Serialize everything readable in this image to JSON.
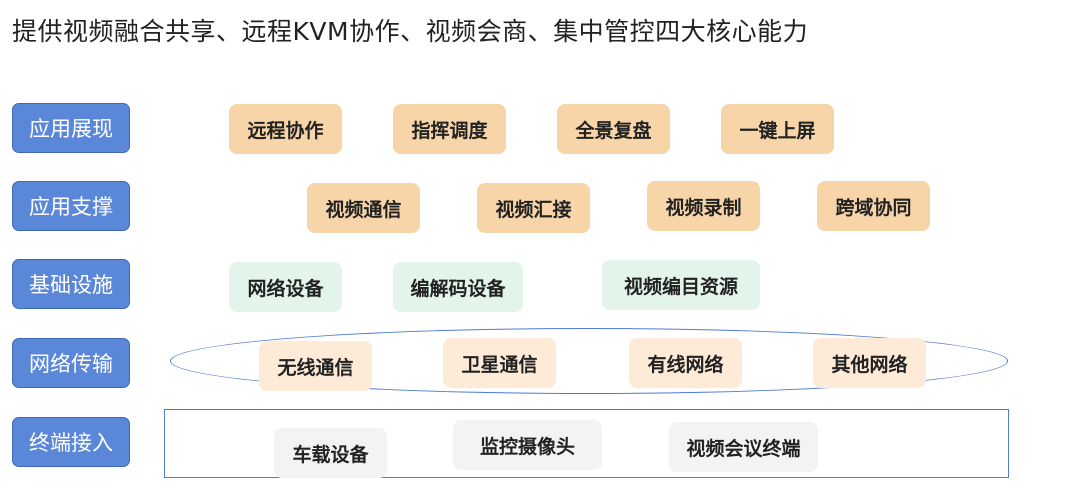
{
  "title": "提供视频融合共享、远程KVM协作、视频会商、集中管控四大核心能力",
  "layers": [
    {
      "label": "应用展现",
      "items": [
        "远程协作",
        "指挥调度",
        "全景复盘",
        "一键上屏"
      ]
    },
    {
      "label": "应用支撑",
      "items": [
        "视频通信",
        "视频汇接",
        "视频录制",
        "跨域协同"
      ]
    },
    {
      "label": "基础设施",
      "items": [
        "网络设备",
        "编解码设备",
        "视频编目资源"
      ]
    },
    {
      "label": "网络传输",
      "items": [
        "无线通信",
        "卫星通信",
        "有线网络",
        "其他网络"
      ]
    },
    {
      "label": "终端接入",
      "items": [
        "车载设备",
        "监控摄像头",
        "视频会议终端"
      ]
    }
  ],
  "colors": {
    "layer_blue": "#5b87d8",
    "app_orange": "#f8d5a8",
    "infra_mint": "#e3f4ea",
    "network_peach": "#fdebd8",
    "terminal_gray": "#f3f3f3",
    "outline_blue": "#4f7bd2"
  }
}
